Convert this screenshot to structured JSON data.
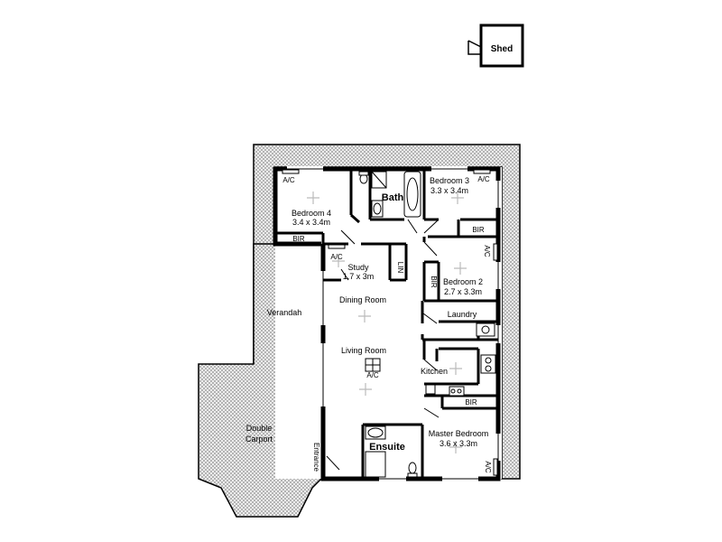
{
  "floorplan": {
    "shed": {
      "label": "Shed"
    },
    "rooms": {
      "bath": {
        "name": "Bath"
      },
      "bedroom3": {
        "name": "Bedroom 3",
        "dims": "3.3 x 3.4m",
        "ac": "A/C",
        "bir": "BIR"
      },
      "bedroom4": {
        "name": "Bedroom 4",
        "dims": "3.4 x 3.4m",
        "ac": "A/C",
        "bir": "BIR"
      },
      "study": {
        "name": "Study",
        "dims": "1.7 x 3m",
        "ac": "A/C",
        "lin": "LIN"
      },
      "bedroom2": {
        "name": "Bedroom 2",
        "dims": "2.7 x 3.3m",
        "ac": "A/C",
        "bir": "BIR"
      },
      "dining": {
        "name": "Dining Room"
      },
      "laundry": {
        "name": "Laundry"
      },
      "living": {
        "name": "Living Room",
        "ac": "A/C"
      },
      "kitchen": {
        "name": "Kitchen"
      },
      "master": {
        "name": "Master Bedroom",
        "dims": "3.6 x 3.3m",
        "ac": "A/C",
        "bir": "BIR"
      },
      "ensuite": {
        "name": "Ensuite"
      },
      "verandah": {
        "name": "Verandah"
      },
      "carport": {
        "line1": "Double",
        "line2": "Carport"
      },
      "entrance": {
        "name": "Entrance"
      }
    }
  }
}
